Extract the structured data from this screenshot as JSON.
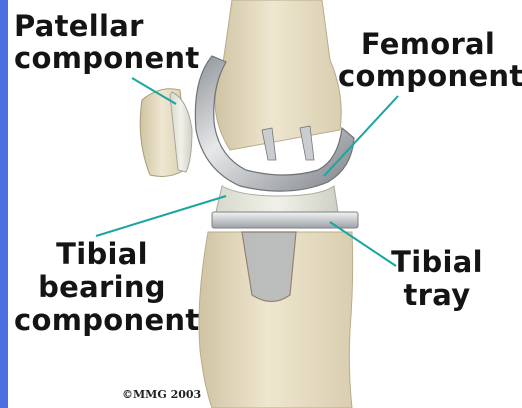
{
  "labels": {
    "patellar": [
      "Patellar",
      "component"
    ],
    "femoral": [
      "Femoral",
      "component"
    ],
    "tibial_bearing": [
      "Tibial",
      "bearing",
      "component"
    ],
    "tibial_tray": [
      "Tibial",
      "tray"
    ]
  },
  "copyright": "©MMG 2003",
  "colors": {
    "edge_blue": "#4a6fe0",
    "bone": "#e6dcc0",
    "metal": "#b8bbc0",
    "pointer_line": "#1aa6a0"
  }
}
